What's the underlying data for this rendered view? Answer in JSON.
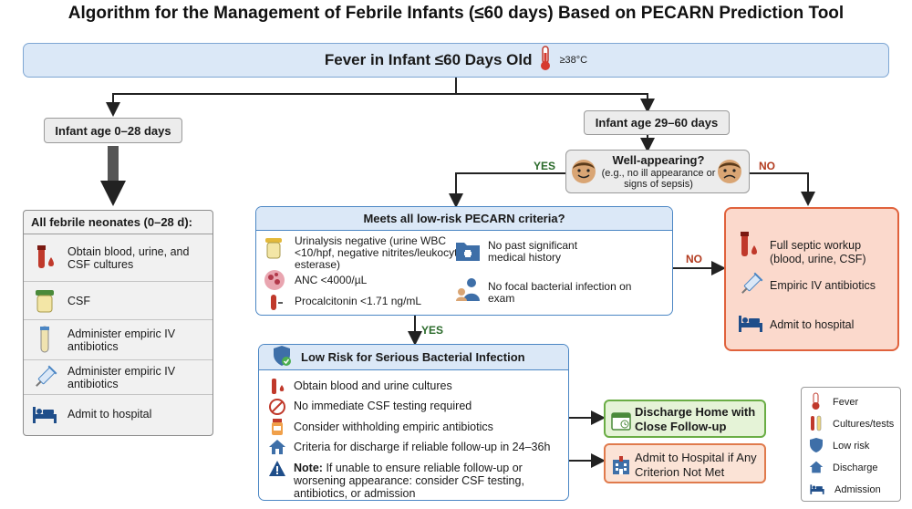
{
  "title": "Algorithm for the Management of Febrile Infants (≤60 days) Based on PECARN Prediction Tool",
  "fever": {
    "main": "Fever in Infant ≤60 Days Old",
    "threshold": "≥38°C"
  },
  "age_young": "Infant age 0–28 days",
  "age_old": "Infant age 29–60 days",
  "neonates": {
    "title": "All febrile neonates (0–28 d):",
    "items": [
      "Obtain blood, urine, and CSF cultures",
      "CSF",
      "Administer empiric IV antibiotics",
      "Administer empiric IV antibiotics",
      "Admit to hospital"
    ]
  },
  "well": {
    "question": "Well-appearing?",
    "detail": "(e.g., no ill appearance or signs of sepsis)",
    "yes": "YES",
    "no": "NO"
  },
  "criteria": {
    "title": "Meets all low-risk PECARN criteria?",
    "left": [
      "Urinalysis negative (urine WBC <10/hpf, negative nitrites/leukocyte esterase)",
      "ANC <4000/µL",
      "Procalcitonin <1.71 ng/mL"
    ],
    "right": [
      "No past significant medical history",
      "No focal bacterial infection on exam"
    ],
    "no": "NO",
    "yes": "YES"
  },
  "septic": {
    "items": [
      "Full septic workup (blood, urine, CSF)",
      "Empiric IV antibiotics",
      "Admit to hospital"
    ]
  },
  "lowrisk": {
    "title": "Low Risk for Serious Bacterial Infection",
    "items": [
      "Obtain blood and urine cultures",
      "No immediate CSF testing required",
      "Consider withholding empiric antibiotics",
      "Criteria for discharge if reliable follow-up in 24–36h"
    ],
    "note_label": "Note:",
    "note_text": "If unable to ensure reliable follow-up or worsening appearance: consider CSF testing, antibiotics, or admission"
  },
  "discharge": "Discharge Home with Close Follow-up",
  "admit": "Admit to Hospital if Any Criterion Not Met",
  "legend": [
    "Fever",
    "Cultures/tests",
    "Low risk",
    "Discharge",
    "Admission"
  ],
  "colors": {
    "blue_border": "#4b86c4",
    "blue_fill": "#dbe8f7",
    "red_border": "#e0623c",
    "red_fill": "#fbd9cc",
    "green_border": "#6aad45",
    "green_fill": "#e5f3d7",
    "orange_border": "#e07a4c"
  }
}
